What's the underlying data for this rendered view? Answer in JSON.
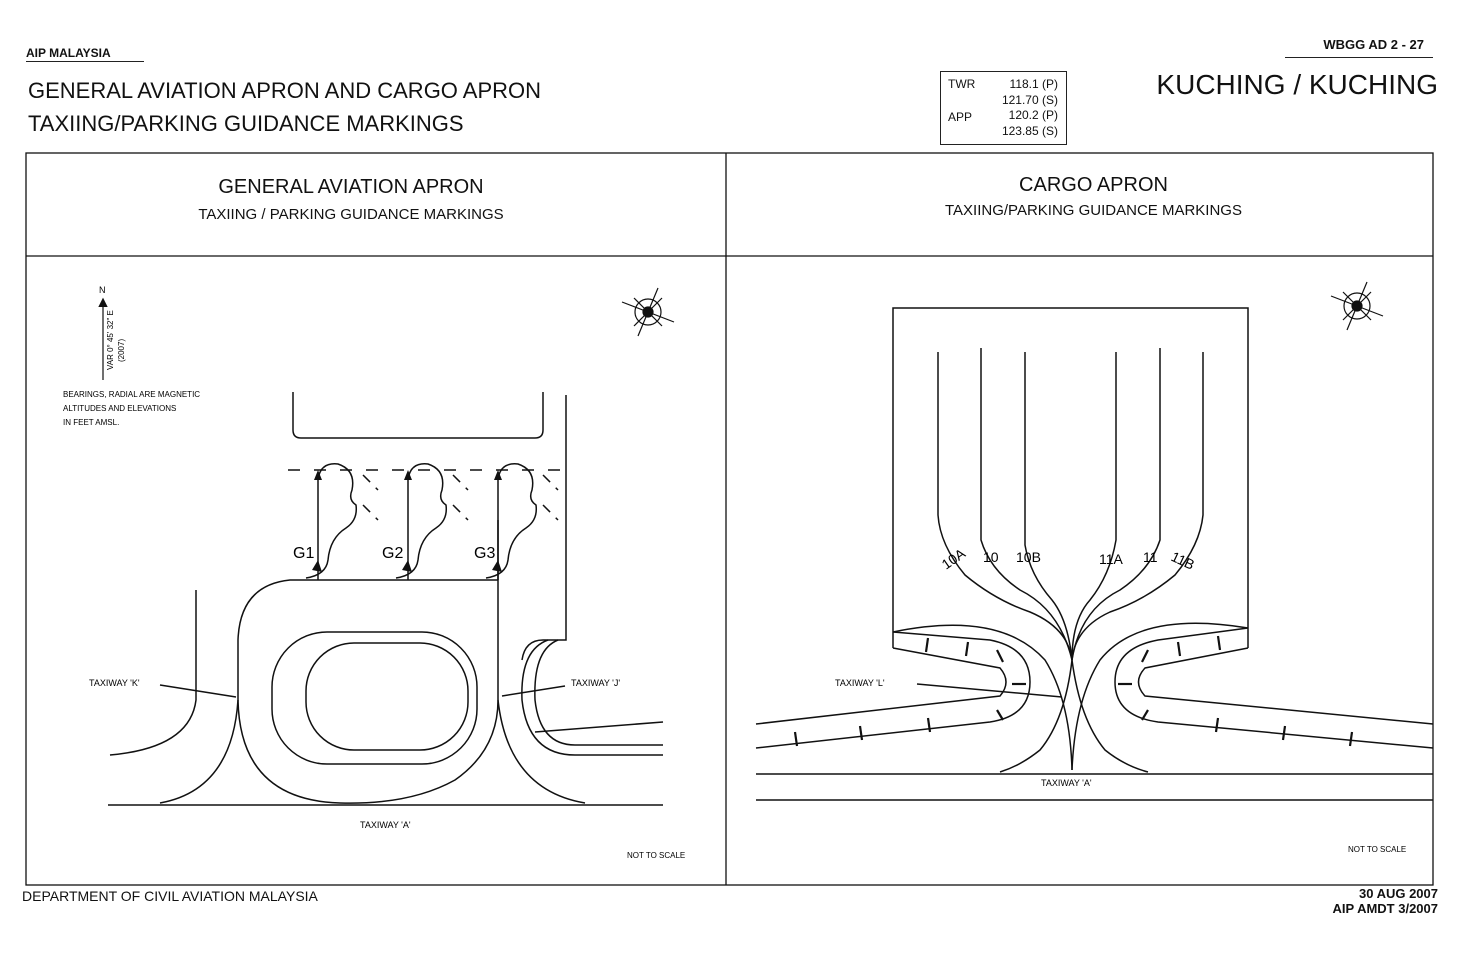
{
  "header": {
    "publication": "AIP MALAYSIA",
    "page_ref": "WBGG AD 2 - 27",
    "title_line1": "GENERAL AVIATION APRON AND CARGO APRON",
    "title_line2": "TAXIING/PARKING GUIDANCE MARKINGS",
    "aerodrome": "KUCHING / KUCHING"
  },
  "frequencies": [
    {
      "service": "TWR",
      "primary": "118.1 (P)",
      "secondary": "121.70 (S)"
    },
    {
      "service": "APP",
      "primary": "120.2 (P)",
      "secondary": "123.85 (S)"
    }
  ],
  "left_panel": {
    "title": "GENERAL AVIATION APRON",
    "subtitle": "TAXIING / PARKING GUIDANCE MARKINGS",
    "north_label": "N",
    "variation": "VAR 0° 45' 32\" E",
    "variation_year": "(2007)",
    "note_line1": "BEARINGS, RADIAL ARE MAGNETIC",
    "note_line2": "ALTITUDES AND ELEVATIONS",
    "note_line3": "IN FEET AMSL.",
    "stands": [
      "G1",
      "G2",
      "G3"
    ],
    "taxiway_k": "TAXIWAY 'K'",
    "taxiway_j": "TAXIWAY 'J'",
    "taxiway_a": "TAXIWAY 'A'",
    "scale_note": "NOT TO SCALE"
  },
  "right_panel": {
    "title": "CARGO  APRON",
    "subtitle": "TAXIING/PARKING GUIDANCE MARKINGS",
    "stands": [
      "10A",
      "10",
      "10B",
      "11A",
      "11",
      "11B"
    ],
    "taxiway_l": "TAXIWAY 'L'",
    "taxiway_a": "TAXIWAY 'A'",
    "scale_note": "NOT TO SCALE"
  },
  "footer": {
    "issuer": "DEPARTMENT OF CIVIL AVIATION MALAYSIA",
    "date": "30 AUG 2007",
    "amendment": "AIP AMDT 3/2007"
  }
}
